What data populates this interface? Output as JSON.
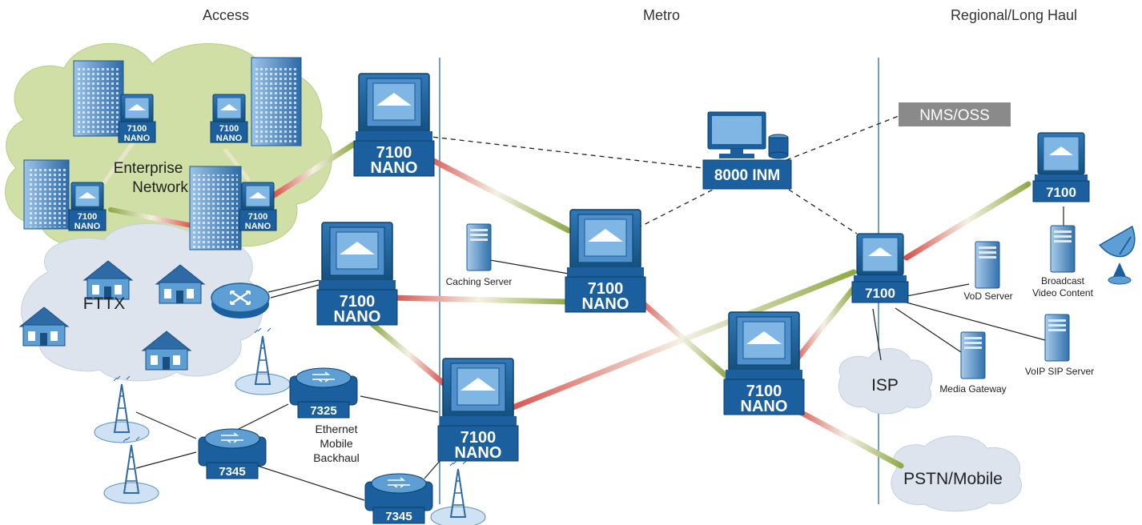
{
  "sections": {
    "access": "Access",
    "metro": "Metro",
    "regional": "Regional/Long Haul"
  },
  "clouds": {
    "enterprise_line1": "Enterprise",
    "enterprise_line2": "Network",
    "fttx": "FTTX",
    "isp": "ISP",
    "pstn": "PSTN/Mobile"
  },
  "nodes": {
    "nano_line1": "7100",
    "nano_line2": "NANO",
    "n7100": "7100",
    "inm": "8000 INM",
    "nms": "NMS/OSS",
    "sw7325": "7325",
    "sw7345": "7345"
  },
  "labels": {
    "caching_server": "Caching Server",
    "vod_server": "VoD Server",
    "media_gateway": "Media Gateway",
    "voip_line1": "VoIP SIP Server",
    "broadcast_line1": "Broadcast",
    "broadcast_line2": "Video Content",
    "backhaul_line1": "Ethernet",
    "backhaul_line2": "Mobile",
    "backhaul_line3": "Backhaul"
  },
  "colors": {
    "device_blue": "#1b5f9e",
    "device_light": "#5d9fd5",
    "cloud_green": "#cfdfa6",
    "cloud_gray": "#dde4ee",
    "link_red": "#d9514c",
    "link_green": "#90aa46",
    "nms_gray": "#8a8a8a"
  }
}
